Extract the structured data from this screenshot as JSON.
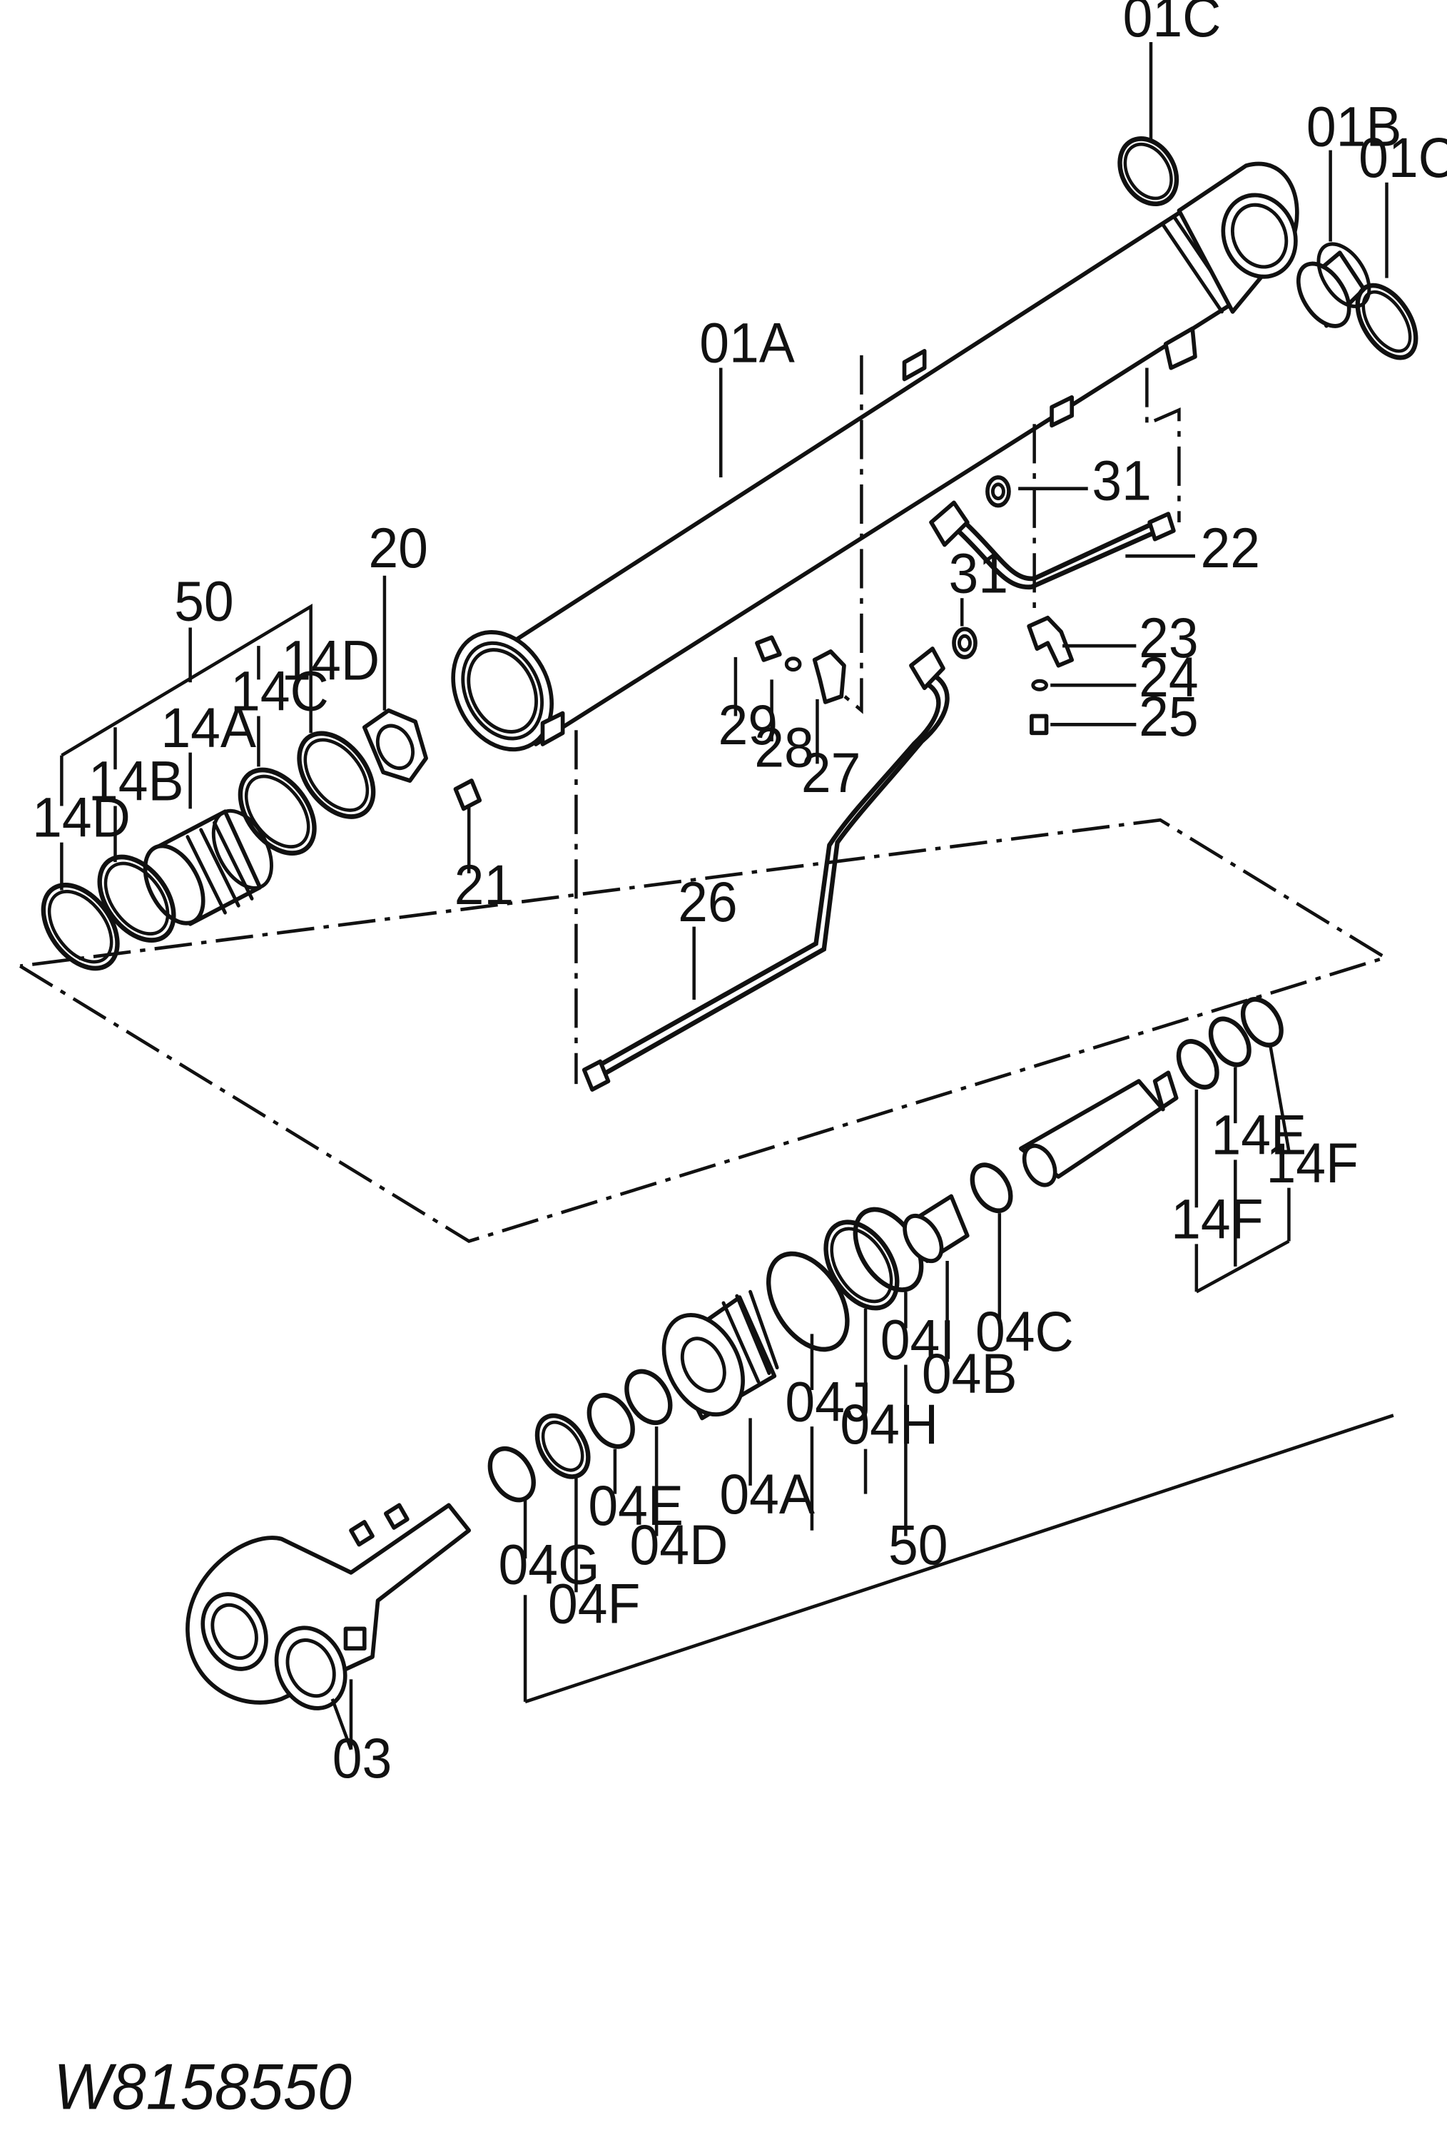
{
  "drawing_code": "W8158550",
  "labels": {
    "l01c_a": "01C",
    "l01b": "01B",
    "l01c_b": "01C",
    "l01a": "01A",
    "l31_a": "31",
    "l22": "22",
    "l31_b": "31",
    "l23": "23",
    "l24": "24",
    "l25": "25",
    "l29": "29",
    "l28": "28",
    "l27": "27",
    "l26": "26",
    "l20": "20",
    "l21": "21",
    "l50_a": "50",
    "l14d_a": "14D",
    "l14c": "14C",
    "l14a": "14A",
    "l14b": "14B",
    "l14d_b": "14D",
    "l14e": "14E",
    "l14f_a": "14F",
    "l14f_b": "14F",
    "l04c": "04C",
    "l04b": "04B",
    "l04i": "04I",
    "l04h": "04H",
    "l04j": "04J",
    "l04a": "04A",
    "l50_b": "50",
    "l04e": "04E",
    "l04d": "04D",
    "l04g": "04G",
    "l04f": "04F",
    "l03": "03"
  }
}
